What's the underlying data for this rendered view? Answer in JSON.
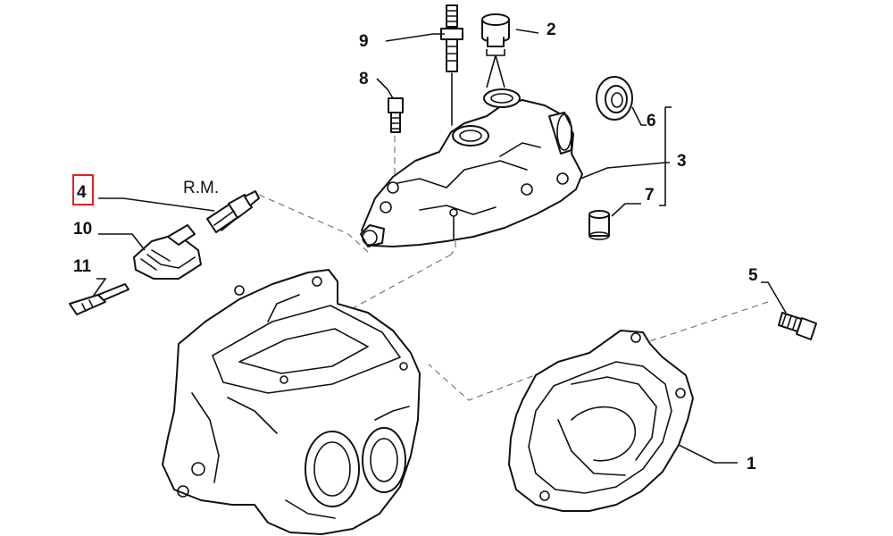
{
  "diagram": {
    "callouts": {
      "c1": "1",
      "c2": "2",
      "c3": "3",
      "c4": "4",
      "c5": "5",
      "c6": "6",
      "c7": "7",
      "c8": "8",
      "c9": "9",
      "c10": "10",
      "c11": "11"
    },
    "rm_label": "R.M.",
    "highlighted_callout": "4",
    "highlight_color": "#e02020"
  }
}
